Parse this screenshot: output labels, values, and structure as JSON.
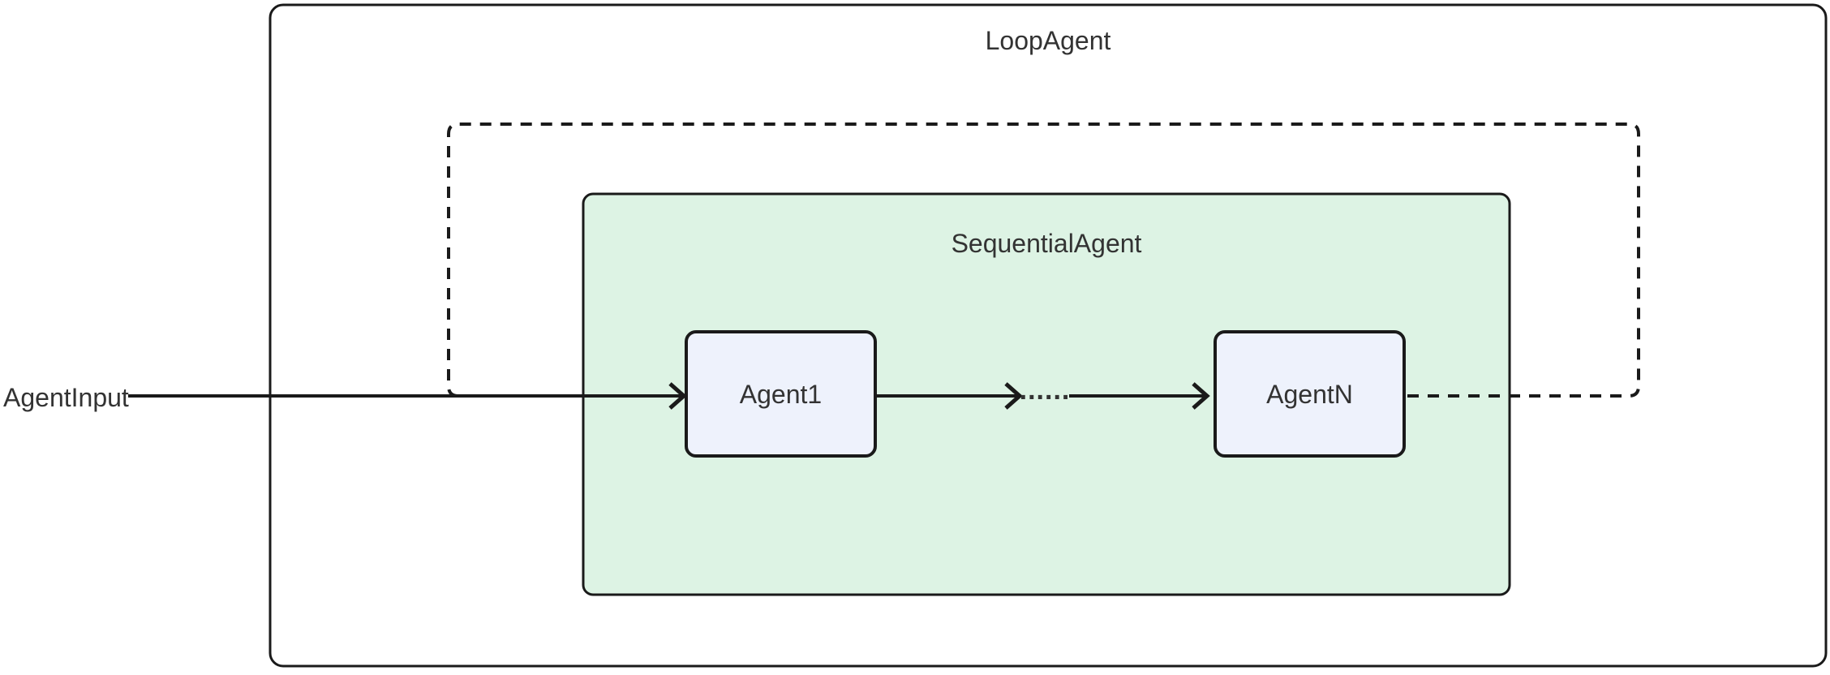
{
  "diagram": {
    "title": "LoopAgent",
    "subgraph_title": "SequentialAgent",
    "input_label": "AgentInput",
    "node1_label": "Agent1",
    "nodeN_label": "AgentN",
    "ellipsis": "......",
    "colors": {
      "background": "#ffffff",
      "line": "#1a1a1a",
      "text": "#333333",
      "sequential_fill": "#ddf3e4",
      "node_fill": "#eef2fc"
    }
  }
}
